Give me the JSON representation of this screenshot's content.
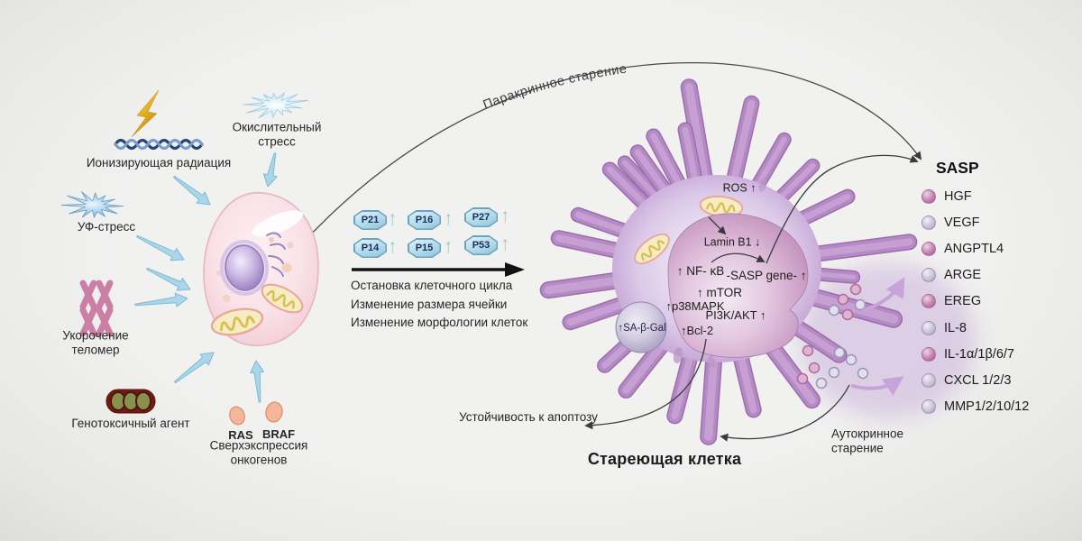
{
  "stressors": {
    "ionizing_radiation": "Ионизирующая радиация",
    "oxidative_stress": "Окислительный стресс",
    "uv_stress": "УФ-стресс",
    "telomere_shortening": "Укорочение теломер",
    "genotoxic_agent": "Генотоксичный агент",
    "ras": "RAS",
    "braf": "BRAF",
    "oncogene_overexpression": "Сверхэкспрессия онкогенов"
  },
  "markers": {
    "arrow_glyph": "↑",
    "items": [
      {
        "label": "P21"
      },
      {
        "label": "P16"
      },
      {
        "label": "P27"
      },
      {
        "label": "P14"
      },
      {
        "label": "P15"
      },
      {
        "label": "P53"
      }
    ]
  },
  "transition": {
    "lines": [
      "Остановка клеточного цикла",
      "Изменение размера ячейки",
      "Изменение морфологии клеток"
    ]
  },
  "paracrine_label": "Паракринное старение",
  "senescent_cell": {
    "title": "Стареющая клетка",
    "labels": {
      "ros": "ROS  ↑",
      "lamin": "Lamin B1  ↓",
      "nfkb": "↑ NF- κB",
      "sasp_gene": "-SASP gene- ↑",
      "mtor": "↑ mTOR",
      "p38": "↑p38MAPK",
      "pi3k": "PI3K/AKT  ↑",
      "bcl2": "↑Bcl-2",
      "sa_b_gal": "↑SA-β-Gal"
    },
    "apoptosis_resistance": "Устойчивость к апоптозу",
    "autocrine_label": "Аутокринное старение"
  },
  "sasp": {
    "header": "SASP",
    "items": [
      {
        "label": "HGF",
        "tone": "pink"
      },
      {
        "label": "VEGF",
        "tone": "lavender"
      },
      {
        "label": "ANGPTL4",
        "tone": "pink"
      },
      {
        "label": "ARGE",
        "tone": "lavender"
      },
      {
        "label": "EREG",
        "tone": "pink"
      },
      {
        "label": "IL-8",
        "tone": "lavender"
      },
      {
        "label": "IL-1α/1β/6/7",
        "tone": "pink"
      },
      {
        "label": "CXCL 1/2/3",
        "tone": "lavender"
      },
      {
        "label": "MMP1/2/10/12",
        "tone": "lavender"
      }
    ]
  },
  "colors": {
    "background": "#ededec",
    "cell_purple": "#b58ac4",
    "arrow_blue": "#a9d6e9",
    "bullet_pink": "#c87fb0",
    "bullet_lavender": "#c9c3d9",
    "badge_blue": "#b3d9ea"
  }
}
